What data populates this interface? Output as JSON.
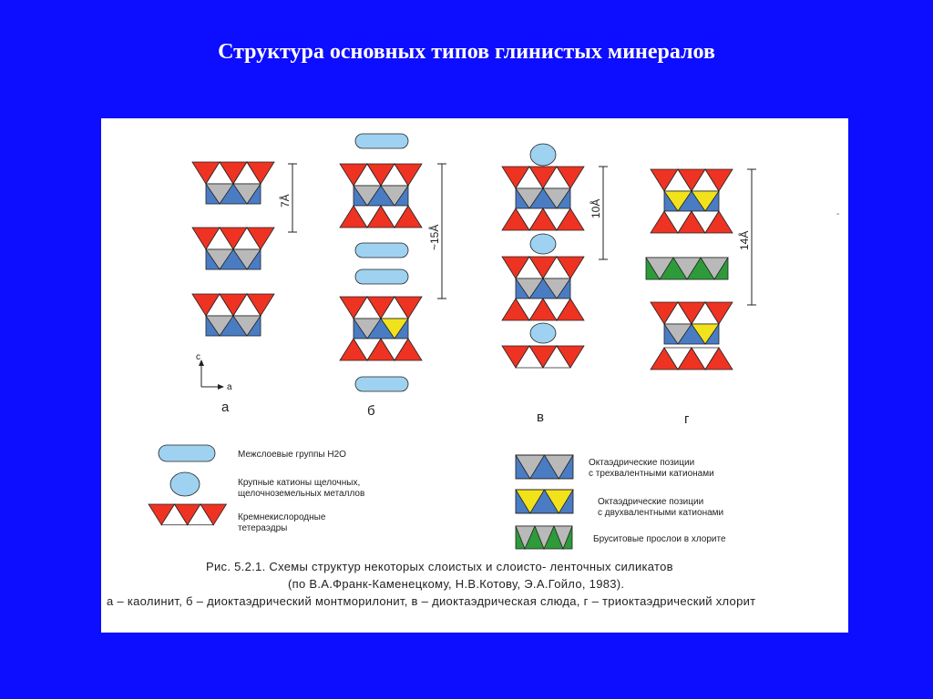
{
  "title": "Структура основных типов глинистых минералов",
  "diagram": {
    "scales": {
      "a": "7Å",
      "b": "~15Å",
      "v": "10Å",
      "g": "14Å"
    },
    "axes": {
      "c": "c",
      "a": "a"
    },
    "structure_labels": [
      "а",
      "б",
      "в",
      "г"
    ]
  },
  "legend": {
    "water": "Межслоевые группы Н2О",
    "cations_line1": "Крупные катионы щелочных,",
    "cations_line2": "щелочноземельных металлов",
    "tetra_line1": "Кремнекислородные",
    "tetra_line2": "тетераэдры",
    "oct3_line1": "Октаэдрические позиции",
    "oct3_line2": "с трехвалентными катионами",
    "oct2_line1": "Октаэдрические позиции",
    "oct2_line2": "с двухвалентными катионами",
    "brucite": "Бруситовые прослои в хлорите"
  },
  "caption": {
    "line1": "Рис. 5.2.1. Схемы структур некоторых слоистых и слоисто- ленточных силикатов",
    "line2": "(по В.А.Франк-Каменецкому, Н.В.Котову, Э.А.Гойло, 1983).",
    "line3": "а – каолинит, б – диоктаэдрический монтморилонит, в – диоктаэдрическая слюда, г – триоктаэдрический хлорит"
  },
  "colors": {
    "background": "#0d0dff",
    "tetrahedron": "#ee3322",
    "octahedron_trivalent": "#4a7cc4",
    "octahedron_divalent": "#f2e21c",
    "octahedron_vacant": "#b9b9b9",
    "brucite": "#2e9a3a",
    "water_cation": "#9ed2f0"
  }
}
